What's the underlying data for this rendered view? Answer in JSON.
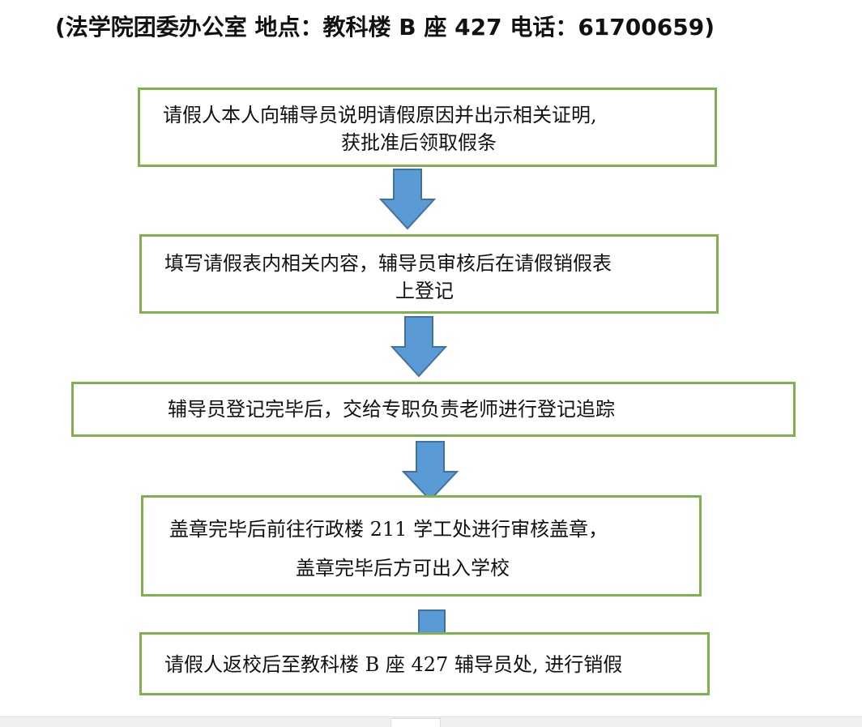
{
  "header": {
    "text": "(法学院团委办公室 地点：教科楼 B 座 427 电话：61700659)"
  },
  "steps": [
    {
      "lines": [
        "请假人本人向辅导员说明请假原因并出示相关证明,",
        "获批准后领取假条"
      ]
    },
    {
      "lines": [
        "填写请假表内相关内容，辅导员审核后在请假销假表",
        "上登记"
      ]
    },
    {
      "lines": [
        "辅导员登记完毕后，交给专职负责老师进行登记追踪"
      ]
    },
    {
      "lines": [
        "盖章完毕后前往行政楼 211 学工处进行审核盖章，",
        "盖章完毕后方可出入学校"
      ]
    },
    {
      "lines": [
        "请假人返校后至教科楼 B 座 427 辅导员处, 进行销假"
      ]
    }
  ],
  "colors": {
    "box_border": "#7fb14f",
    "arrow_fill": "#5b9bd5",
    "arrow_stroke": "#41719c"
  }
}
